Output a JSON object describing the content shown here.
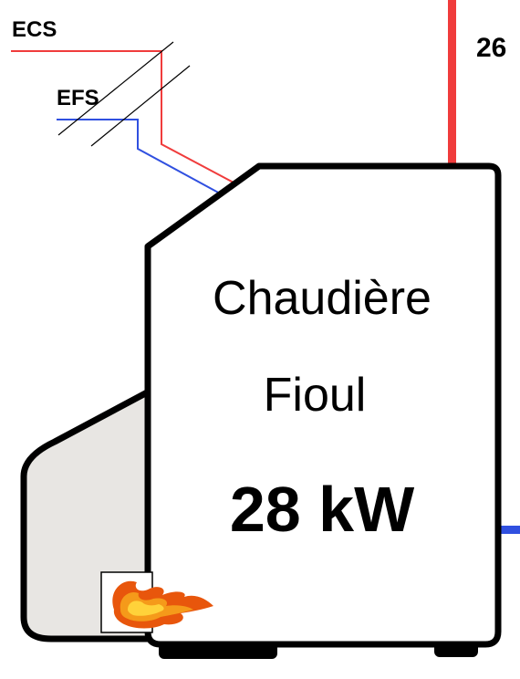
{
  "labels": {
    "ecs": "ECS",
    "efs": "EFS",
    "right_top": "26"
  },
  "boiler": {
    "line1": "Chaudière",
    "line2": "Fioul",
    "power": "28 kW"
  },
  "colors": {
    "hot_pipe": "#f03c3c",
    "cold_pipe": "#3050e0",
    "outline": "#000000",
    "side_fill": "#e8e6e3",
    "body_fill": "#ffffff",
    "flame_outer": "#e8560c",
    "flame_inner": "#ffd23a"
  },
  "icons": {
    "flame": "flame-icon"
  }
}
